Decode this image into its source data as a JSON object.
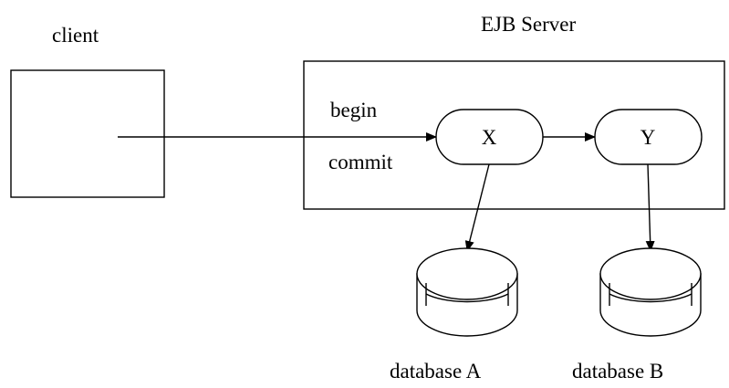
{
  "labels": {
    "client": "client",
    "server": "EJB Server",
    "begin": "begin",
    "commit": "commit",
    "bean_x": "X",
    "bean_y": "Y",
    "db_a": "database A",
    "db_b": "database B"
  }
}
